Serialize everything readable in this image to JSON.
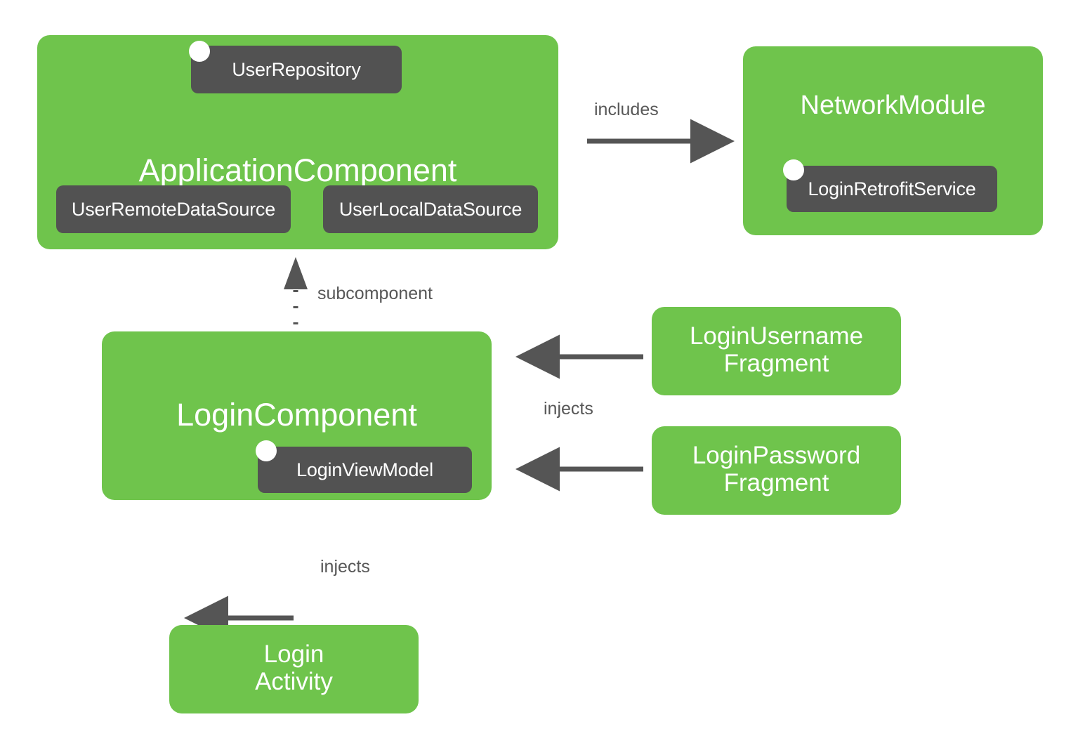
{
  "diagram": {
    "type": "dependency-injection-component-diagram",
    "colors": {
      "node_green": "#6fc44c",
      "chip_dark": "#525252",
      "arrow_gray": "#555555",
      "label_gray": "#575757",
      "text_white": "#ffffff",
      "background": "#ffffff"
    },
    "nodes": [
      {
        "id": "application-component",
        "title": "ApplicationComponent",
        "chips": [
          {
            "id": "user-repository",
            "label": "UserRepository",
            "has_dot": true
          },
          {
            "id": "user-remote-data-source",
            "label": "UserRemoteDataSource",
            "has_dot": false
          },
          {
            "id": "user-local-data-source",
            "label": "UserLocalDataSource",
            "has_dot": false
          }
        ]
      },
      {
        "id": "network-module",
        "title": "NetworkModule",
        "chips": [
          {
            "id": "login-retrofit-service",
            "label": "LoginRetrofitService",
            "has_dot": true
          }
        ]
      },
      {
        "id": "login-component",
        "title": "LoginComponent",
        "chips": [
          {
            "id": "login-view-model",
            "label": "LoginViewModel",
            "has_dot": true
          }
        ]
      },
      {
        "id": "login-username-fragment",
        "title": "LoginUsername\nFragment",
        "chips": []
      },
      {
        "id": "login-password-fragment",
        "title": "LoginPassword\nFragment",
        "chips": []
      },
      {
        "id": "login-activity",
        "title": "Login\nActivity",
        "chips": []
      }
    ],
    "edges": [
      {
        "id": "includes",
        "label": "includes",
        "from": "application-component",
        "to": "network-module",
        "style": "solid",
        "direction": "right"
      },
      {
        "id": "subcomponent",
        "label": "subcomponent",
        "from": "login-component",
        "to": "application-component",
        "style": "dotted",
        "direction": "up"
      },
      {
        "id": "injects-fragments",
        "label": "injects",
        "from": "login-username-fragment",
        "to": "login-component",
        "style": "solid",
        "direction": "left"
      },
      {
        "id": "injects-activity",
        "label": "injects",
        "from": "login-activity",
        "to": "login-component",
        "style": "solid",
        "direction": "up"
      }
    ]
  }
}
